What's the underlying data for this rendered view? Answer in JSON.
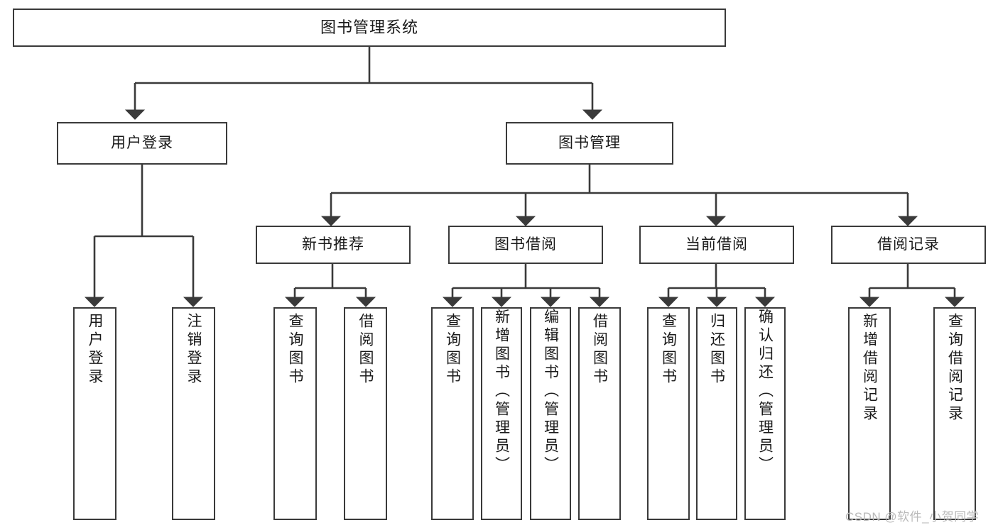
{
  "diagram": {
    "title": "图书管理系统",
    "type": "tree-hierarchy-chart",
    "stroke_color": "#3a3a3a",
    "background_color": "#ffffff"
  },
  "nodes": {
    "root": {
      "label": "图书管理系统"
    },
    "level2": [
      {
        "id": "user-login",
        "label": "用户登录"
      },
      {
        "id": "book-management",
        "label": "图书管理"
      }
    ],
    "level3": [
      {
        "id": "new-book-recommend",
        "label": "新书推荐"
      },
      {
        "id": "book-borrow",
        "label": "图书借阅"
      },
      {
        "id": "current-borrow",
        "label": "当前借阅"
      },
      {
        "id": "borrow-record",
        "label": "借阅记录"
      }
    ],
    "leaves": {
      "user_login": [
        {
          "id": "leaf-user-login",
          "label": "用户登录"
        },
        {
          "id": "leaf-logout-login",
          "label": "注销登录"
        }
      ],
      "new_book_recommend": [
        {
          "id": "leaf-query-book-1",
          "label": "查询图书"
        },
        {
          "id": "leaf-borrow-book-1",
          "label": "借阅图书"
        }
      ],
      "book_borrow": [
        {
          "id": "leaf-query-book-2",
          "label": "查询图书"
        },
        {
          "id": "leaf-add-book",
          "label": "新增图书（管理员）"
        },
        {
          "id": "leaf-edit-book",
          "label": "编辑图书（管理员）"
        },
        {
          "id": "leaf-borrow-book-2",
          "label": "借阅图书"
        }
      ],
      "current_borrow": [
        {
          "id": "leaf-query-book-3",
          "label": "查询图书"
        },
        {
          "id": "leaf-return-book",
          "label": "归还图书"
        },
        {
          "id": "leaf-confirm-return",
          "label": "确认归还（管理员）"
        }
      ],
      "borrow_record": [
        {
          "id": "leaf-add-record",
          "label": "新增借阅记录"
        },
        {
          "id": "leaf-query-record",
          "label": "查询借阅记录"
        }
      ]
    }
  },
  "watermark": {
    "text": "CSDN @软件_小贺同学"
  }
}
